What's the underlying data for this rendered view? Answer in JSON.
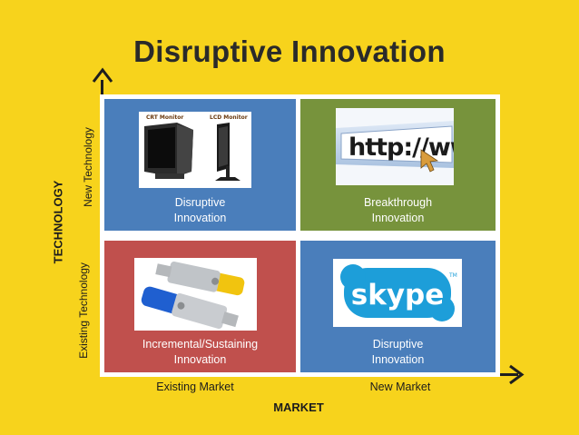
{
  "title": "Disruptive Innovation",
  "axes": {
    "y_title": "TECHNOLOGY",
    "y_top": "New Technology",
    "y_bottom": "Existing Technology",
    "x_title": "MARKET",
    "x_left": "Existing Market",
    "x_right": "New Market"
  },
  "quadrants": {
    "top_left": {
      "line1": "Disruptive",
      "line2": "Innovation",
      "color": "#4a7ebb",
      "image": "monitor-comparison",
      "image_labels": [
        "CRT Monitor",
        "LCD Monitor"
      ]
    },
    "top_right": {
      "line1": "Breakthrough",
      "line2": "Innovation",
      "color": "#77933c",
      "image": "browser-url-bar",
      "image_text": "http://www"
    },
    "bottom_left": {
      "line1": "Incremental/Sustaining",
      "line2": "Innovation",
      "color": "#c0504d",
      "image": "usb-flash-drives"
    },
    "bottom_right": {
      "line1": "Disruptive",
      "line2": "Innovation",
      "color": "#4a7ebb",
      "image": "skype-logo",
      "image_text": "skype"
    }
  },
  "colors": {
    "background": "#f7d31c",
    "grid_border": "#ffffff"
  }
}
